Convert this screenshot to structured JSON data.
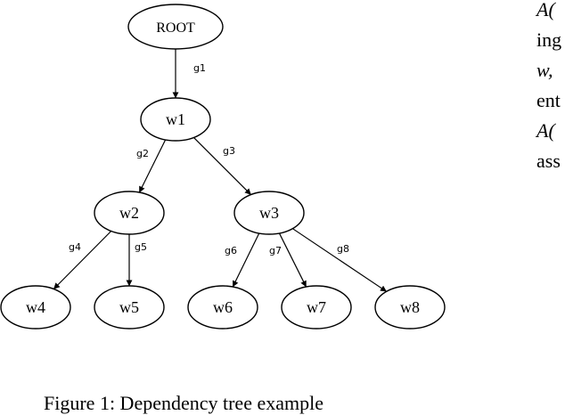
{
  "figure": {
    "nodes": [
      {
        "id": "ROOT",
        "label": "ROOT"
      },
      {
        "id": "w1",
        "label": "w1"
      },
      {
        "id": "w2",
        "label": "w2"
      },
      {
        "id": "w3",
        "label": "w3"
      },
      {
        "id": "w4",
        "label": "w4"
      },
      {
        "id": "w5",
        "label": "w5"
      },
      {
        "id": "w6",
        "label": "w6"
      },
      {
        "id": "w7",
        "label": "w7"
      },
      {
        "id": "w8",
        "label": "w8"
      }
    ],
    "edges": [
      {
        "from": "ROOT",
        "to": "w1",
        "label": "g1"
      },
      {
        "from": "w1",
        "to": "w2",
        "label": "g2"
      },
      {
        "from": "w1",
        "to": "w3",
        "label": "g3"
      },
      {
        "from": "w2",
        "to": "w4",
        "label": "g4"
      },
      {
        "from": "w2",
        "to": "w5",
        "label": "g5"
      },
      {
        "from": "w3",
        "to": "w6",
        "label": "g6"
      },
      {
        "from": "w3",
        "to": "w7",
        "label": "g7"
      },
      {
        "from": "w3",
        "to": "w8",
        "label": "g8"
      }
    ],
    "caption": "Figure 1: Dependency tree example"
  },
  "adjacent_text": {
    "lines": [
      "A(",
      "ing",
      "w,",
      "ent",
      "A(",
      "ass"
    ]
  }
}
